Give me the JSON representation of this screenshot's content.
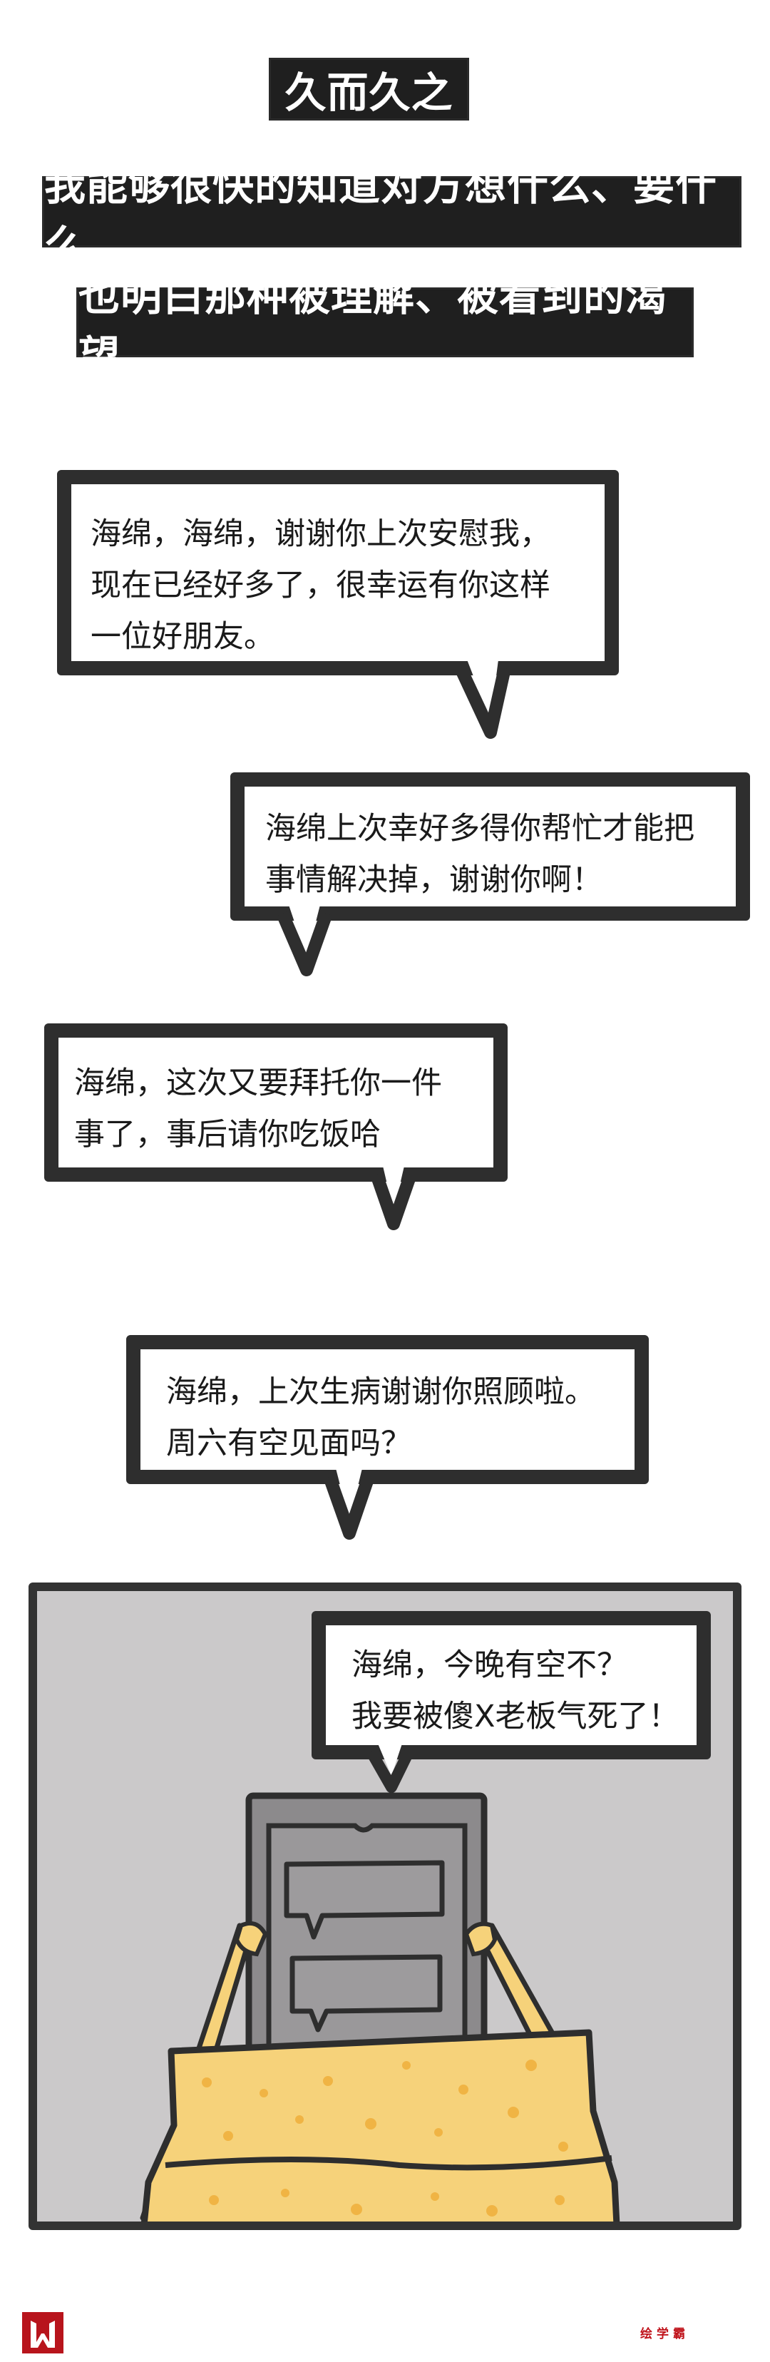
{
  "headings": [
    "久而久之",
    "我能够很快的知道对方想什么、要什么",
    "也明白那种被理解、被看到的渴望"
  ],
  "bubbles": [
    {
      "lines": [
        "海绵，海绵，谢谢你上次安慰我，",
        "现在已经好多了，很幸运有你这样",
        "一位好朋友。"
      ]
    },
    {
      "lines": [
        "海绵上次幸好多得你帮忙才能把",
        "事情解决掉，谢谢你啊！"
      ]
    },
    {
      "lines": [
        "海绵，这次又要拜托你一件",
        "事了，事后请你吃饭哈"
      ]
    },
    {
      "lines": [
        "海绵，上次生病谢谢你照顾啦。",
        "周六有空见面吗？"
      ]
    }
  ],
  "panel": {
    "bubble": {
      "lines": [
        "海绵，今晚有空不？",
        "我要被傻X老板气死了！"
      ]
    },
    "colors": {
      "background": "#cbc9ca",
      "phone": "#8c8a8c",
      "sponge": "#f6d27a",
      "dots": "#f0b444",
      "ink": "#2e2e2e"
    }
  },
  "footer": {
    "logo_text": "W",
    "brand": "绘学霸",
    "brand_color": "#c0141c"
  }
}
